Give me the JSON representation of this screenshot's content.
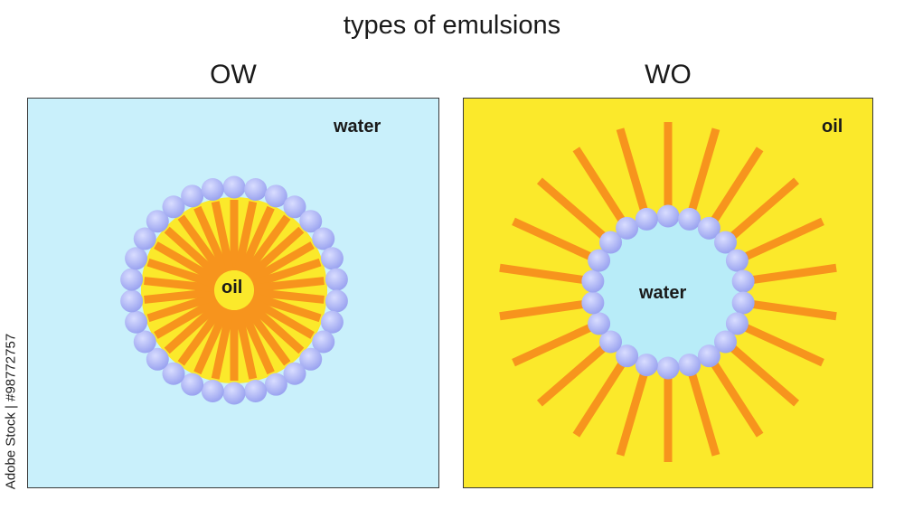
{
  "title": "types of emulsions",
  "panels": {
    "ow": {
      "title": "OW",
      "outer_label": "water",
      "inner_label": "oil",
      "outer_color": "#c9f0fb",
      "inner_color": "#fbe92b",
      "surfactant_count": 30
    },
    "wo": {
      "title": "WO",
      "outer_label": "oil",
      "inner_label": "water",
      "outer_color": "#fbe92b",
      "inner_color": "#b8ecf8",
      "surfactant_count": 22
    }
  },
  "colors": {
    "head": "#9aa3f0",
    "tail": "#f7941d"
  },
  "watermark": "Adobe Stock | #98772757"
}
